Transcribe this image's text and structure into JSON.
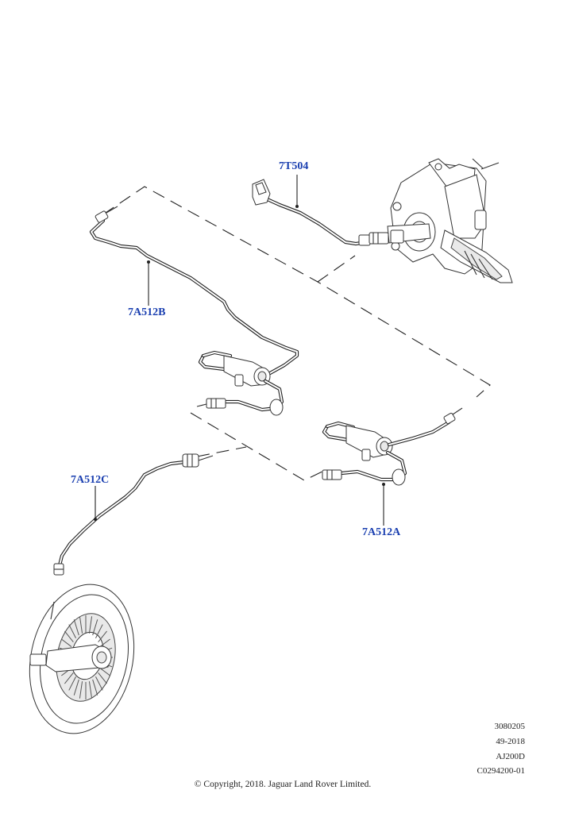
{
  "callouts": {
    "bleed_hose": "7T504",
    "tube_b": "7A512B",
    "tube_c": "7A512C",
    "tube_a": "7A512A"
  },
  "reference": {
    "illustration_number": "3080205",
    "date_code": "49-2018",
    "model_code": "AJ200D",
    "catalogue_code": "C0294200-01"
  },
  "copyright": "© Copyright, 2018. Jaguar Land Rover Limited."
}
